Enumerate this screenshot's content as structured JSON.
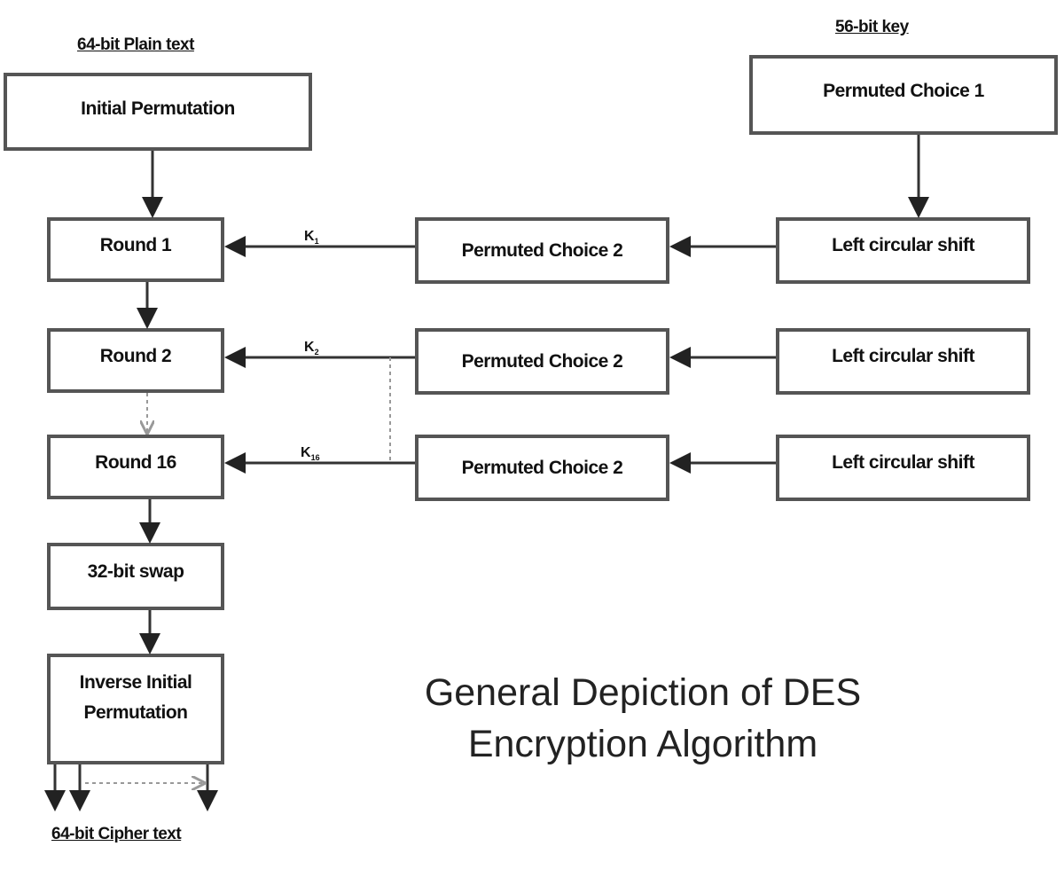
{
  "labels": {
    "plaintext": "64-bit Plain text",
    "key": "56-bit key",
    "ciphertext": "64-bit Cipher text"
  },
  "boxes": {
    "initial_permutation": "Initial Permutation",
    "permuted_choice_1": "Permuted Choice 1",
    "round_1": "Round 1",
    "round_2": "Round 2",
    "round_16": "Round 16",
    "swap": "32-bit swap",
    "inverse_initial_permutation": "Inverse Initial Permutation",
    "permuted_choice_2": [
      "Permuted Choice 2",
      "Permuted Choice 2",
      "Permuted Choice 2"
    ],
    "left_circular_shift": [
      "Left circular shift",
      "Left circular shift",
      "Left circular shift"
    ]
  },
  "subkeys": [
    {
      "base": "K",
      "sub": "1"
    },
    {
      "base": "K",
      "sub": "2"
    },
    {
      "base": "K",
      "sub": "16"
    }
  ],
  "title": {
    "line1": "General Depiction of DES",
    "line2": "Encryption Algorithm"
  },
  "colors": {
    "line": "#333333",
    "border": "#555555",
    "dotted": "#999999"
  }
}
